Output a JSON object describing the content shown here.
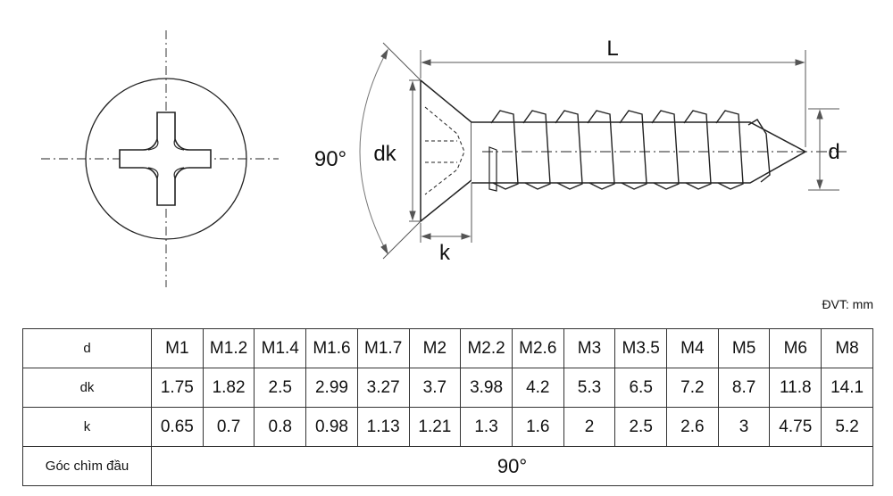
{
  "drawing": {
    "label_L": "L",
    "label_d": "d",
    "label_dk": "dk",
    "label_k": "k",
    "label_angle": "90°"
  },
  "unit_note": "ĐVT: mm",
  "table": {
    "rows": [
      {
        "header": "d",
        "cells": [
          "M1",
          "M1.2",
          "M1.4",
          "M1.6",
          "M1.7",
          "M2",
          "M2.2",
          "M2.6",
          "M3",
          "M3.5",
          "M4",
          "M5",
          "M6",
          "M8"
        ]
      },
      {
        "header": "dk",
        "cells": [
          "1.75",
          "1.82",
          "2.5",
          "2.99",
          "3.27",
          "3.7",
          "3.98",
          "4.2",
          "5.3",
          "6.5",
          "7.2",
          "8.7",
          "11.8",
          "14.1"
        ]
      },
      {
        "header": "k",
        "cells": [
          "0.65",
          "0.7",
          "0.8",
          "0.98",
          "1.13",
          "1.21",
          "1.3",
          "1.6",
          "2",
          "2.5",
          "2.6",
          "3",
          "4.75",
          "5.2"
        ]
      }
    ],
    "angle_row": {
      "header": "Góc chìm đầu",
      "value": "90°"
    }
  }
}
